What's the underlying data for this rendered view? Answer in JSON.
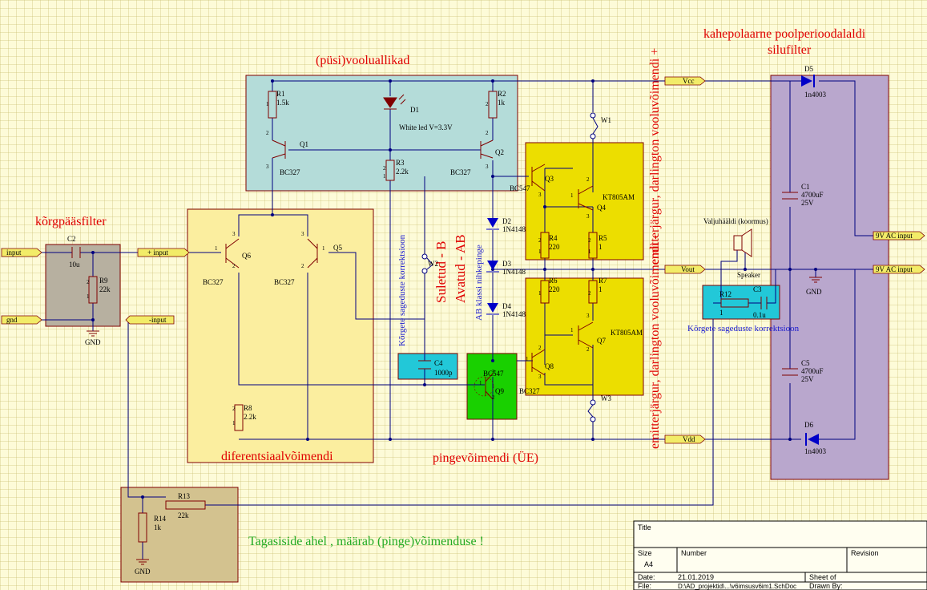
{
  "titles": {
    "current_sources": "(püsi)vooluallikad",
    "highpass": "kõrgpääsfilter",
    "rectifier_line1": "kahepolaarne poolperioodalaldi",
    "rectifier_line2": "silufilter",
    "diff_amp": "diferentsiaalvõimendi",
    "voltage_amp": "pingevõimendi (ÜE)",
    "feedback": "Tagasiside ahel , määrab (pinge)võimenduse !",
    "closed": "Suletud - B",
    "open": "Avatud - AB",
    "bias": "AB klassi nihkepinge",
    "hf_correction_v": "Kõrgete sageduste korrektsioon",
    "hf_correction_h": "Kõrgete sageduste korrektsioon",
    "emit_pos": "emitterjärgur, darlington vooluvõimendi +",
    "emit_neg": "emitterjärgur, darlington vooluvõimendi -"
  },
  "ports": {
    "input": "input",
    "gnd": "gnd",
    "plus_input": "+ input",
    "minus_input": "-input",
    "vcc": "Vcc",
    "vout": "Vout",
    "vdd": "Vdd",
    "ac1": "9V AC input",
    "ac2": "9V AC input"
  },
  "components": {
    "r1": "R1",
    "r1v": "1.5k",
    "r2": "R2",
    "r2v": "1k",
    "r3": "R3",
    "r3v": "2.2k",
    "r4": "R4",
    "r4v": "220",
    "r5": "R5",
    "r5v": "1",
    "r6": "R6",
    "r6v": "220",
    "r7": "R7",
    "r7v": "1",
    "r8": "R8",
    "r8v": "2.2k",
    "r9": "R9",
    "r9v": "22k",
    "r12": "R12",
    "r12v": "1",
    "r13": "R13",
    "r13v": "22k",
    "r14": "R14",
    "r14v": "1k",
    "c1": "C1",
    "c1v": "4700uF",
    "c1v2": "25V",
    "c2": "C2",
    "c2v": "10u",
    "c3": "C3",
    "c3v": "0.1u",
    "c4": "C4",
    "c4v": "1000p",
    "c5": "C5",
    "c5v": "4700uF",
    "c5v2": "25V",
    "d1": "D1",
    "d1v": "White led V=3.3V",
    "d2": "D2",
    "d2v": "1N4148",
    "d3": "D3",
    "d3v": "1N4148",
    "d4": "D4",
    "d4v": "1N4148",
    "d5": "D5",
    "d5v": "1n4003",
    "d6": "D6",
    "d6v": "1n4003",
    "q1": "Q1",
    "q1v": "BC327",
    "q2": "Q2",
    "q2v": "BC327",
    "q3": "Q3",
    "q3v": "BC547",
    "q4": "Q4",
    "q4v": "KT805AM",
    "q5": "Q5",
    "q5v": "BC327",
    "q6": "Q6",
    "q6v": "BC327",
    "q7": "Q7",
    "q7v": "KT805AM",
    "q8": "Q8",
    "q8v": "BC327",
    "q9": "Q9",
    "q9v": "BC547",
    "w1": "W1",
    "w2": "W2",
    "w3": "W3",
    "speaker_top": "Valjuhääldi (koormus)",
    "speaker": "Speaker",
    "gnd": "GND"
  },
  "titleblock": {
    "title_label": "Title",
    "size_label": "Size",
    "size_value": "A4",
    "number_label": "Number",
    "revision_label": "Revision",
    "date_label": "Date:",
    "date_value": "21.01.2019",
    "sheet_label": "Sheet    of",
    "file_label": "File:",
    "file_value": "D:\\AD_projektid\\...\\v6imsusv6im1.SchDoc",
    "drawn_label": "Drawn By:"
  },
  "colors": {
    "current_sources": "#b4dcd9",
    "highpass": "#b7b0a0",
    "diff_amp": "#fbee9f",
    "darlington": "#ecde00",
    "rectifier": "#b9a7cd",
    "feedback": "#d3c28f",
    "c4_box": "#22c8d8",
    "q9_box": "#19d000",
    "r12_box": "#22c8d8",
    "wire": "#000080",
    "component": "#800000",
    "port_fill": "#f2ec68"
  }
}
